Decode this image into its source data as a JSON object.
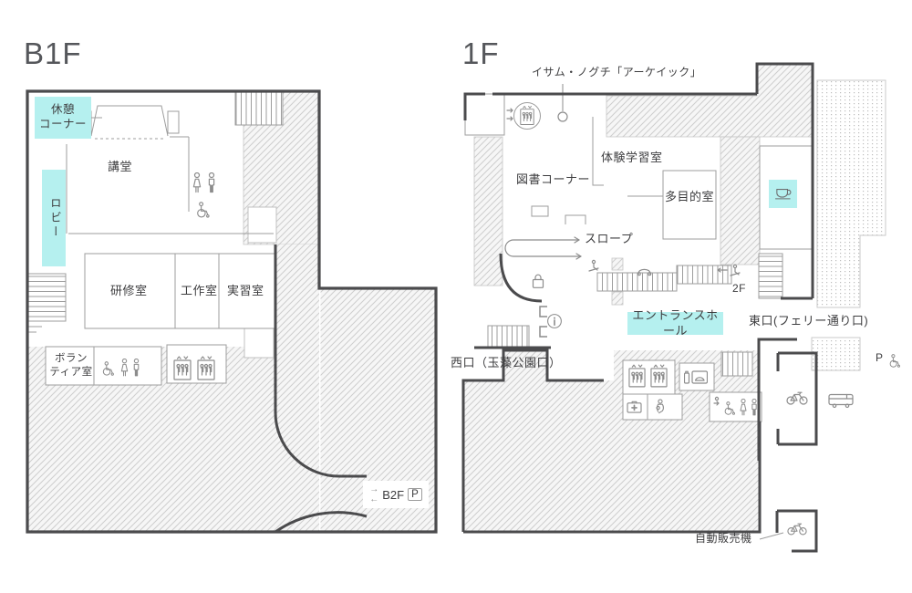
{
  "colors": {
    "highlight": "#b5f0ef",
    "wall": "#4b4b4d",
    "thin_line": "#9d9d9d",
    "text": "#3d3d3f"
  },
  "b1f": {
    "title": "B1F",
    "rest_corner": "休憩\nコーナー",
    "lobby": "ロビー",
    "auditorium": "講堂",
    "training_room": "研修室",
    "craft_room": "工作室",
    "practice_room": "実習室",
    "volunteer_room": "ボラン\nティア室",
    "ramp_arrows": "→\n←",
    "ramp_label": "B2F",
    "parking_label": "P"
  },
  "f1": {
    "title": "1F",
    "artwork_label": "イサム・ノグチ「アーケイック」",
    "library_corner": "図書コーナー",
    "experience_room": "体験学習室",
    "multipurpose_room": "多目的室",
    "slope_label": "スロープ",
    "entrance_hall": "エントランスホール",
    "upstairs_label": "2F",
    "west_exit": "西口（玉藻公園口）",
    "east_exit": "東口(フェリー通り口)",
    "vending_machine": "自動販売機",
    "accessible_parking_label": "P"
  },
  "icons": {
    "toilet_female": "person-dress-outline",
    "toilet_male": "person-outline",
    "wheelchair": "wheelchair-outline",
    "elevator": "elevator-box-with-passengers",
    "stairs": "striped-steps",
    "escalator": "striped-ramp",
    "coin_locker": "padlock",
    "information": "i-in-circle",
    "public_phone": "handset",
    "first_aid": "cross-box",
    "nursing_room": "parent-holding-baby",
    "hot_water": "bottle-and-warmer",
    "cafe": "coffee-cup",
    "bicycle_parking": "bicycle",
    "bus_stop": "bus",
    "sculpture": "small-circle",
    "accessible_parking": "wheelchair"
  }
}
